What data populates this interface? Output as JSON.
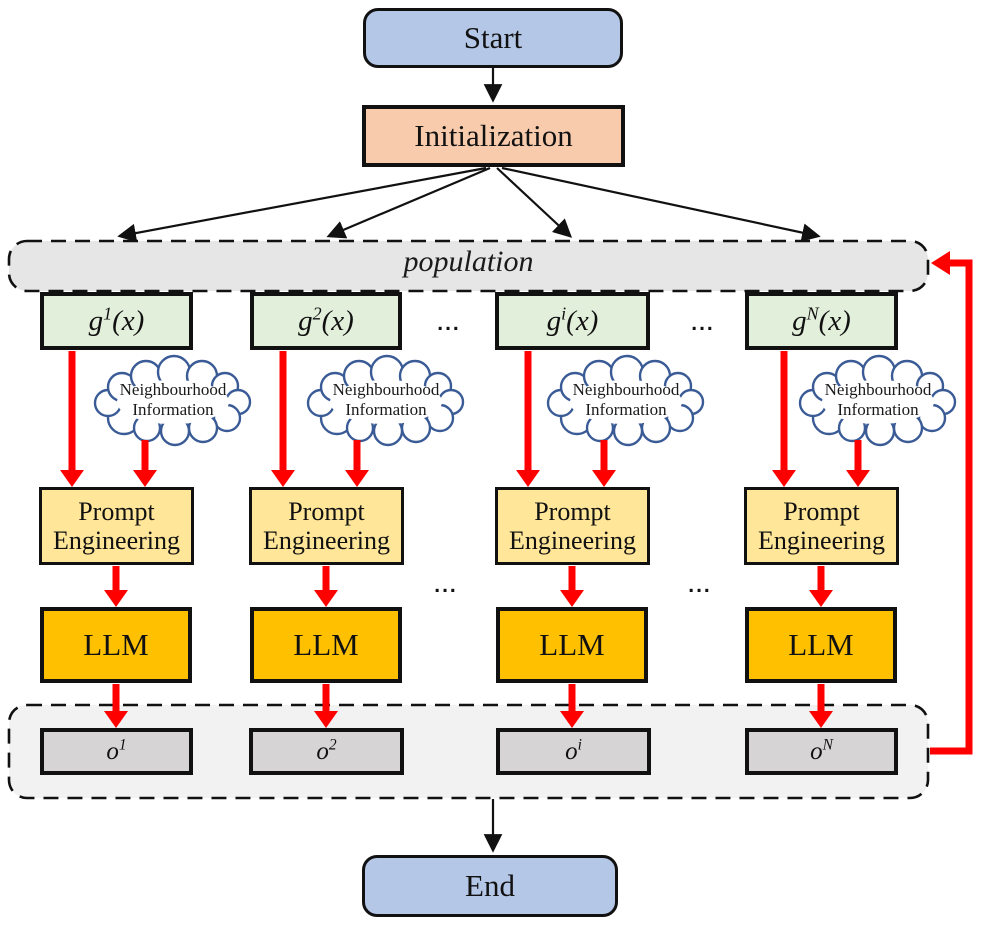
{
  "diagram": {
    "title_hint": "LLM-driven evolutionary population flowchart",
    "start_label": "Start",
    "initialization_label": "Initialization",
    "population_label": "population",
    "end_label": "End",
    "ellipsis": "...",
    "cloud": {
      "line1": "Neighbourhood",
      "line2": "Information"
    },
    "prompt": {
      "line1": "Prompt",
      "line2": "Engineering"
    },
    "llm_label": "LLM",
    "columns": [
      {
        "g_base": "g",
        "g_sup": "1",
        "g_arg": "(x)",
        "o_base": "o",
        "o_sup": "1"
      },
      {
        "g_base": "g",
        "g_sup": "2",
        "g_arg": "(x)",
        "o_base": "o",
        "o_sup": "2"
      },
      {
        "g_base": "g",
        "g_sup": "i",
        "g_arg": "(x)",
        "o_base": "o",
        "o_sup": "i"
      },
      {
        "g_base": "g",
        "g_sup": "N",
        "g_arg": "(x)",
        "o_base": "o",
        "o_sup": "N"
      }
    ],
    "colors": {
      "start_end_fill": "#b4c7e7",
      "init_fill": "#f8cbad",
      "g_fill": "#e2efda",
      "prompt_fill": "#ffe699",
      "llm_fill": "#ffc000",
      "population_fill": "#e7e6e6",
      "output_fill": "#f2f2f2",
      "o_fill": "#d6d4d4",
      "arrow_red": "#fe0000",
      "arrow_black": "#111111",
      "cloud_stroke": "#3a5b96"
    }
  }
}
